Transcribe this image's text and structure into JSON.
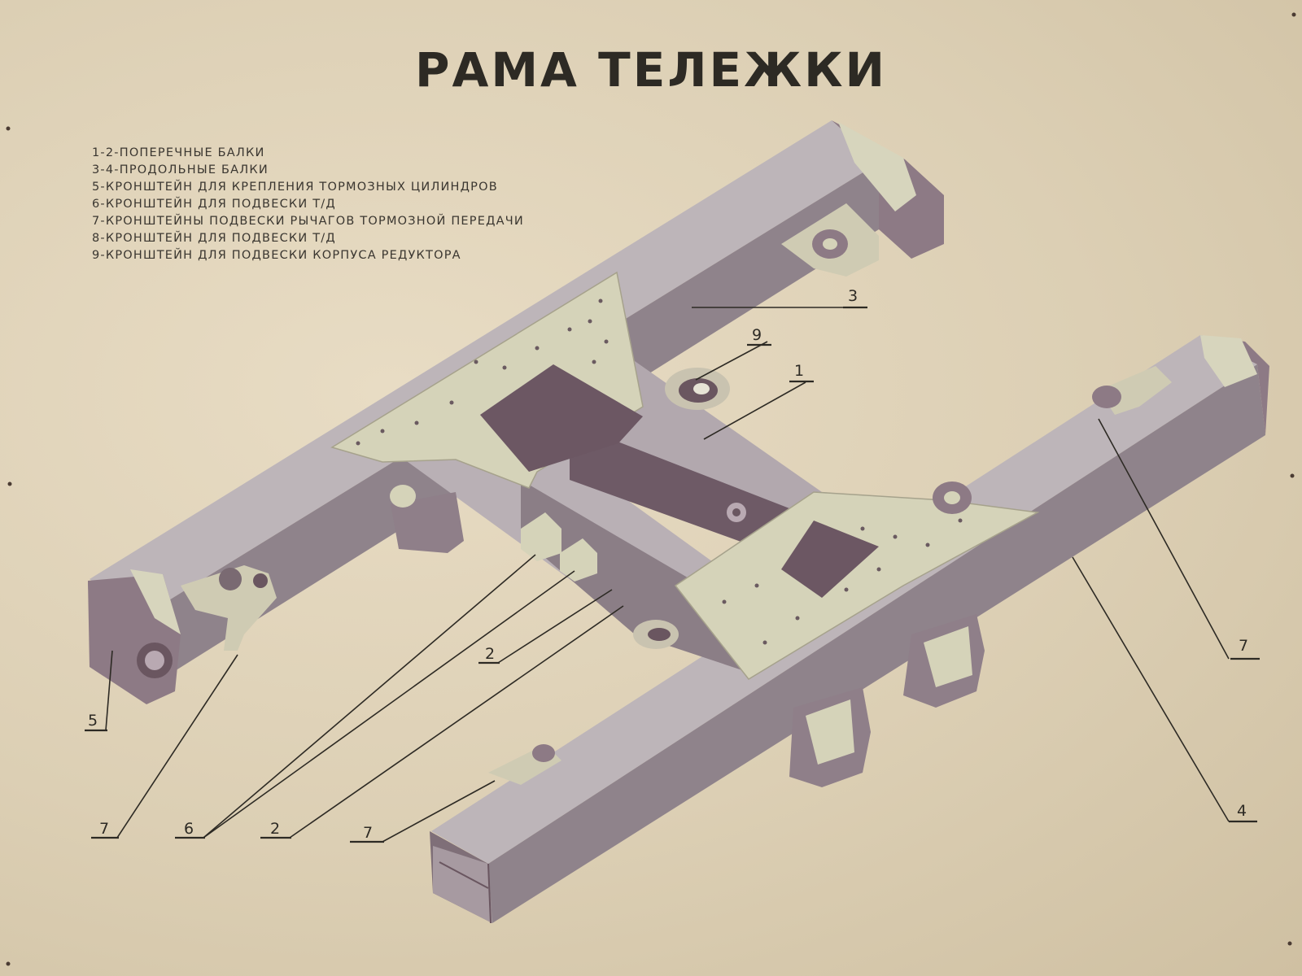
{
  "title": "РАМА ТЕЛЕЖКИ",
  "legend": [
    "1-2-ПОПЕРЕЧНЫЕ БАЛКИ",
    "3-4-ПРОДОЛЬНЫЕ БАЛКИ",
    "5-КРОНШТЕЙН ДЛЯ КРЕПЛЕНИЯ ТОРМОЗНЫХ ЦИЛИНДРОВ",
    "6-КРОНШТЕЙН ДЛЯ ПОДВЕСКИ Т/Д",
    "7-КРОНШТЕЙНЫ ПОДВЕСКИ РЫЧАГОВ ТОРМОЗНОЙ ПЕРЕДАЧИ",
    "8-КРОНШТЕЙН ДЛЯ ПОДВЕСКИ Т/Д",
    "9-КРОНШТЕЙН ДЛЯ ПОДВЕСКИ КОРПУСА РЕДУКТОРА"
  ],
  "callouts": {
    "c3": "3",
    "c9": "9",
    "c1": "1",
    "c7_right": "7",
    "c5": "5",
    "c2_mid": "2",
    "c4": "4",
    "c7_left": "7",
    "c6": "6",
    "c2_bottom": "2",
    "c7_bottom": "7"
  },
  "colors": {
    "paper": "#e3d7bd",
    "beam_top": "#bcb4b8",
    "beam_side": "#8e8189",
    "plate": "#d4d2b8",
    "dark": "#6a5660",
    "ink": "#2d2a24"
  }
}
